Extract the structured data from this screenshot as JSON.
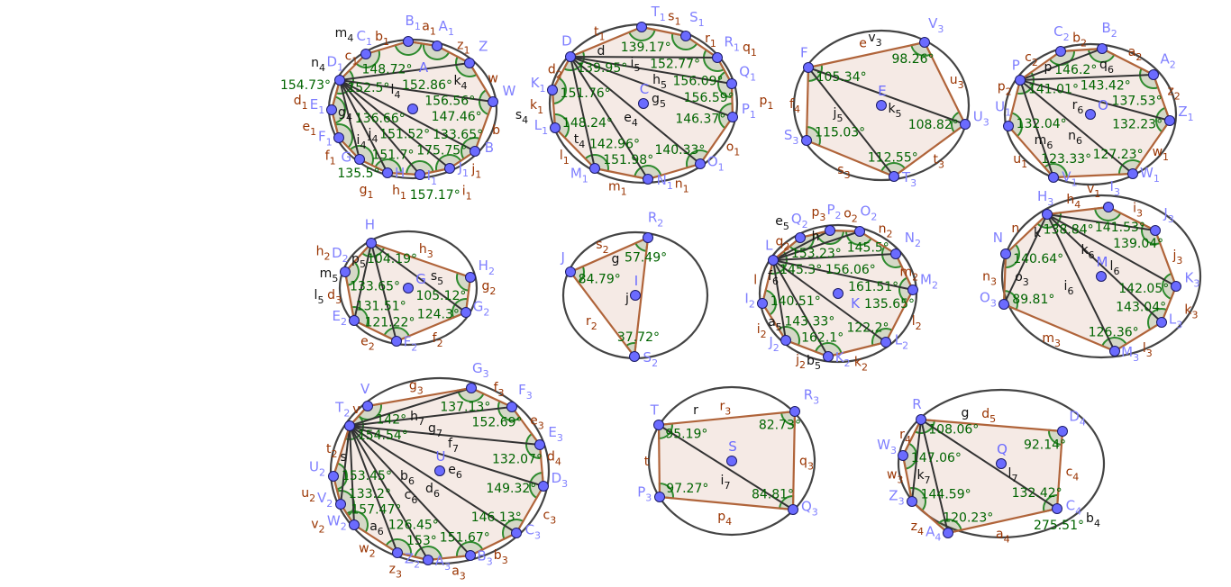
{
  "colors": {
    "polygon_fill": "#f3e7e2",
    "side": "#b0643a",
    "diagonal": "#333333",
    "point": "#6b6bff",
    "point_label": "#7f7fff",
    "angle_text": "#006400",
    "side_label": "#993300",
    "circle": "#444444"
  },
  "figures": [
    {
      "center": "A",
      "vertices": [
        {
          "label": "D1",
          "angle": "152.5°"
        },
        {
          "label": "C1",
          "angle": "148.72°"
        },
        {
          "label": "B1",
          "angle": "152.86°"
        },
        {
          "label": "A1",
          "angle": "156.56°"
        },
        {
          "label": "Z",
          "angle": "147.46°"
        },
        {
          "label": "W",
          "angle": "133.65°"
        },
        {
          "label": "B",
          "angle": "175.75°"
        },
        {
          "label": "J1",
          "angle": "151.52°"
        },
        {
          "label": "I1",
          "angle": "157.17°"
        },
        {
          "label": "H",
          "angle": "151.7°"
        },
        {
          "label": "G",
          "angle": "136.66°"
        },
        {
          "label": "F1",
          "angle": "135.5°"
        },
        {
          "label": "E1",
          "angle": "154.73°"
        }
      ],
      "sides": [
        "c1",
        "b1",
        "a1",
        "z1",
        "w",
        "b",
        "j1",
        "i1",
        "h1",
        "g1",
        "f1",
        "e1",
        "d1"
      ],
      "extra_labels": [
        "n4",
        "m4",
        "l4",
        "k4",
        "j4",
        "i4",
        "g4"
      ]
    },
    {
      "center": "C",
      "vertices": [
        {
          "label": "D",
          "angle": "139.95°"
        },
        {
          "label": "T1",
          "angle": "139.17°"
        },
        {
          "label": "S1",
          "angle": "152.77°"
        },
        {
          "label": "R1",
          "angle": "156.09°"
        },
        {
          "label": "Q1",
          "angle": "156.59°"
        },
        {
          "label": "P1",
          "angle": "146.37°"
        },
        {
          "label": "O1",
          "angle": "140.33°"
        },
        {
          "label": "N1",
          "angle": "151.98°"
        },
        {
          "label": "M1",
          "angle": "142.96°"
        },
        {
          "label": "L1",
          "angle": "148.24°"
        },
        {
          "label": "K1",
          "angle": "151.76°"
        }
      ],
      "sides": [
        "t1",
        "s1",
        "r1",
        "q1",
        "p1",
        "o1",
        "n1",
        "m1",
        "l1",
        "k1",
        "d2"
      ],
      "extra_labels": [
        "d",
        "i5",
        "h5",
        "g5",
        "e4",
        "t4",
        "s4"
      ]
    },
    {
      "center": "E",
      "vertices": [
        {
          "label": "F",
          "angle": "105.34°"
        },
        {
          "label": "V3",
          "angle": "98.26°"
        },
        {
          "label": "U3",
          "angle": "108.82°"
        },
        {
          "label": "T3",
          "angle": "112.55°"
        },
        {
          "label": "S3",
          "angle": "115.03°"
        }
      ],
      "sides": [
        "e",
        "u3",
        "t3",
        "s3",
        "f4"
      ],
      "extra_labels": [
        "v3",
        "j5",
        "k5"
      ]
    },
    {
      "center": "O",
      "vertices": [
        {
          "label": "P",
          "angle": "141.01°"
        },
        {
          "label": "C2",
          "angle": "146.2°"
        },
        {
          "label": "B2",
          "angle": "143.42°"
        },
        {
          "label": "A2",
          "angle": "137.53°"
        },
        {
          "label": "Z1",
          "angle": "132.23°"
        },
        {
          "label": "W1",
          "angle": "127.23°"
        },
        {
          "label": "V1",
          "angle": "123.33°"
        },
        {
          "label": "U1",
          "angle": "132.04°"
        }
      ],
      "sides": [
        "c2",
        "b2",
        "a2",
        "z2",
        "w1",
        "v1",
        "u1",
        "p2"
      ],
      "extra_labels": [
        "p",
        "r6",
        "q6",
        "n6",
        "m6"
      ]
    },
    {
      "center": "G",
      "vertices": [
        {
          "label": "H",
          "angle": "104.19°"
        },
        {
          "label": "H2",
          "angle": "105.12°"
        },
        {
          "label": "G2",
          "angle": "124.3°"
        },
        {
          "label": "F2",
          "angle": "121.22°"
        },
        {
          "label": "E2",
          "angle": "131.51°"
        },
        {
          "label": "D2",
          "angle": "133.65°"
        }
      ],
      "sides": [
        "h3",
        "g2",
        "f2",
        "e2",
        "d3",
        "h2"
      ],
      "extra_labels": [
        "p5",
        "m5",
        "l5",
        "s5"
      ]
    },
    {
      "center": "I",
      "vertices": [
        {
          "label": "J",
          "angle": "84.79°"
        },
        {
          "label": "R2",
          "angle": "57.49°"
        },
        {
          "label": "S2",
          "angle": "37.72°"
        }
      ],
      "sides": [
        "s2",
        "",
        "r2"
      ],
      "extra_labels": [
        "g",
        "j"
      ]
    },
    {
      "center": "K",
      "vertices": [
        {
          "label": "L",
          "angle": "145.3°"
        },
        {
          "label": "Q2",
          "angle": "153.23°"
        },
        {
          "label": "P2",
          "angle": "156.06°"
        },
        {
          "label": "O2",
          "angle": "161.51°"
        },
        {
          "label": "N2",
          "angle": "145.5°"
        },
        {
          "label": "M2",
          "angle": "135.65°"
        },
        {
          "label": "L2",
          "angle": "122.2°"
        },
        {
          "label": "K2",
          "angle": "162.1°"
        },
        {
          "label": "J2",
          "angle": "143.33°"
        },
        {
          "label": "I2",
          "angle": "140.51°"
        }
      ],
      "sides": [
        "q2",
        "p3",
        "o2",
        "n2",
        "m2",
        "l2",
        "k2",
        "j2",
        "i2",
        "l"
      ],
      "extra_labels": [
        "h",
        "f6",
        "e5",
        "b5",
        "a5"
      ]
    },
    {
      "center": "M",
      "vertices": [
        {
          "label": "H3",
          "angle": "138.84°"
        },
        {
          "label": "I3",
          "angle": "141.53°"
        },
        {
          "label": "J3",
          "angle": "139.04°"
        },
        {
          "label": "K3",
          "angle": "142.05°"
        },
        {
          "label": "L3",
          "angle": "143.04°"
        },
        {
          "label": "M3",
          "angle": "126.36°"
        },
        {
          "label": "O3",
          "angle": "89.81°"
        },
        {
          "label": "N",
          "angle": "140.64°"
        }
      ],
      "sides": [
        "h4",
        "i3",
        "j3",
        "k3",
        "l3",
        "m3",
        "n3",
        "n"
      ],
      "extra_labels": [
        "k",
        "k6",
        "l6",
        "i6",
        "o3"
      ]
    },
    {
      "center": "U",
      "vertices": [
        {
          "label": "T2",
          "angle": "154.54°"
        },
        {
          "label": "V",
          "angle": "142°"
        },
        {
          "label": "G3",
          "angle": "137.13°"
        },
        {
          "label": "F3",
          "angle": "152.69°"
        },
        {
          "label": "E3",
          "angle": "132.07°"
        },
        {
          "label": "D3",
          "angle": "149.32°"
        },
        {
          "label": "C3",
          "angle": "146.13°"
        },
        {
          "label": "B3",
          "angle": "151.67°"
        },
        {
          "label": "A3",
          "angle": "153°"
        },
        {
          "label": "Z2",
          "angle": "126.45°"
        },
        {
          "label": "W2",
          "angle": "157.47°"
        },
        {
          "label": "V2",
          "angle": "133.2°"
        },
        {
          "label": "U2",
          "angle": "153.45°"
        }
      ],
      "sides": [
        "v",
        "g3",
        "f3",
        "e3",
        "d4",
        "c3",
        "b3",
        "a3",
        "z3",
        "w2",
        "v2",
        "u2",
        "t2"
      ],
      "extra_labels": [
        "h7",
        "g7",
        "f7",
        "e6",
        "d6",
        "c6",
        "b6",
        "a6",
        "s"
      ]
    },
    {
      "center": "S",
      "vertices": [
        {
          "label": "T",
          "angle": "95.19°"
        },
        {
          "label": "R3",
          "angle": "82.73°"
        },
        {
          "label": "Q3",
          "angle": "84.81°"
        },
        {
          "label": "P3",
          "angle": "97.27°"
        }
      ],
      "sides": [
        "r3",
        "q3",
        "p4",
        "t"
      ],
      "extra_labels": [
        "r",
        "i7"
      ]
    },
    {
      "center": "Q",
      "vertices": [
        {
          "label": "R",
          "angle": "108.06°"
        },
        {
          "label": "D4",
          "angle": "92.14°"
        },
        {
          "label": "C4",
          "angle": "132.42°"
        },
        {
          "label": "A4",
          "angle": "120.23°"
        },
        {
          "label": "Z3",
          "angle": "144.59°"
        },
        {
          "label": "W3",
          "angle": "147.06°"
        }
      ],
      "sides": [
        "d5",
        "c4",
        "a4",
        "z4",
        "w3",
        "r4"
      ],
      "extra_labels": [
        "g",
        "k7",
        "l7",
        "275.51°",
        "b4"
      ]
    }
  ]
}
